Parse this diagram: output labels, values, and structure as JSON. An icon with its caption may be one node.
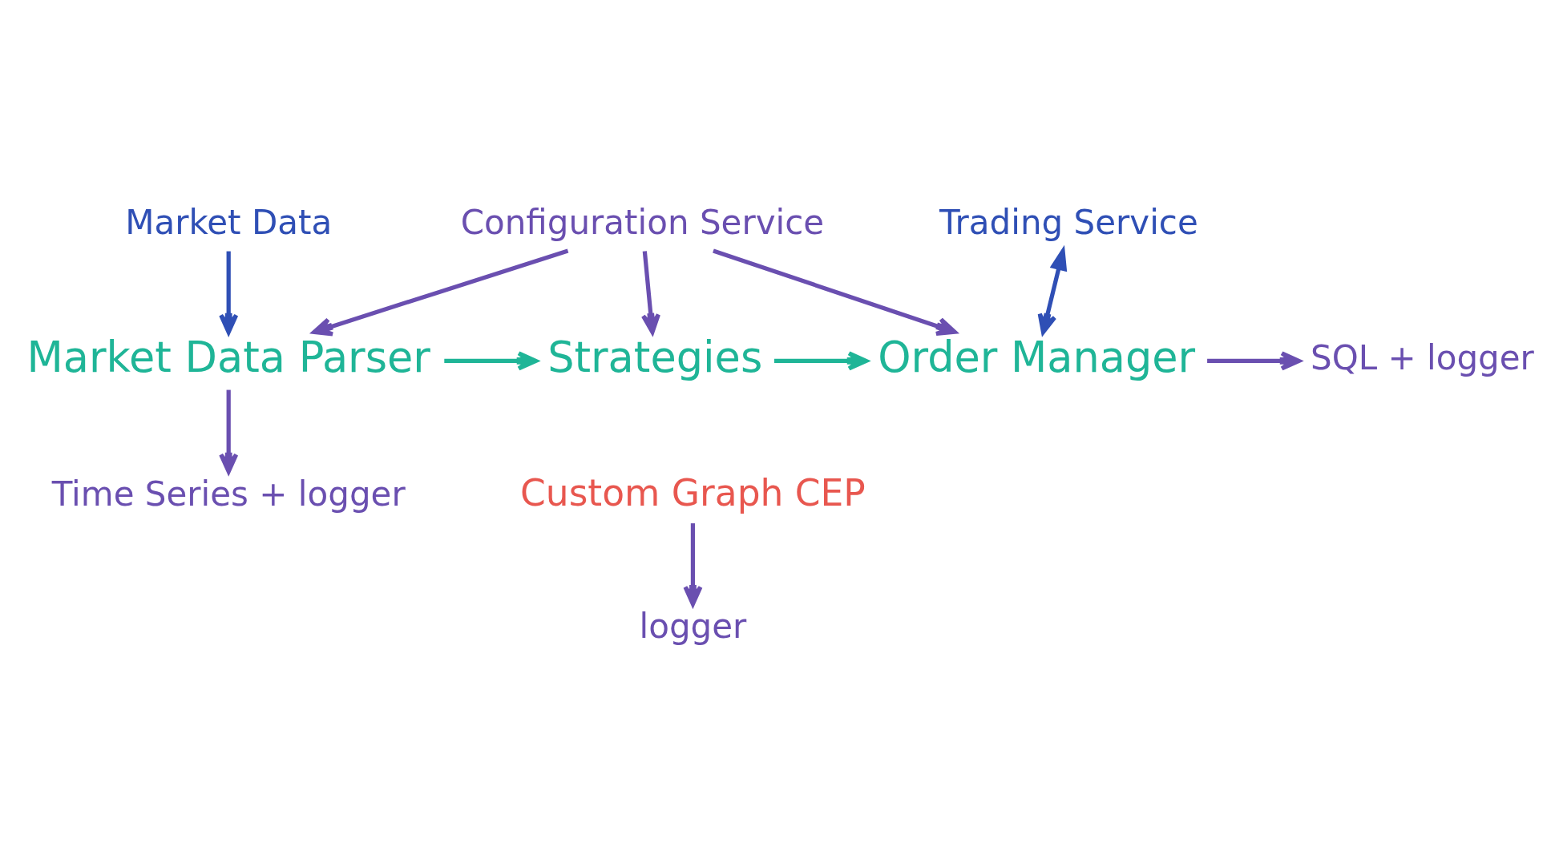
{
  "diagram": {
    "nodes": [
      {
        "text": [
          "Market Data"
        ]
      },
      {
        "text": [
          "Configuration Service"
        ]
      },
      {
        "text": [
          "Trading Service"
        ]
      },
      {
        "text": [
          "Market Data Parser"
        ]
      },
      {
        "text": [
          "Strategies"
        ]
      },
      {
        "text": [
          "Order Manager"
        ]
      },
      {
        "text": [
          "SQL + logger"
        ]
      },
      {
        "text": [
          "Time Series + logger"
        ]
      },
      {
        "text": [
          "Custom Graph CEP"
        ]
      },
      {
        "text": [
          "logger"
        ]
      }
    ],
    "edges": [
      {
        "from": 0,
        "to": 3,
        "arrow": "to",
        "color": "#2f4fb5"
      },
      {
        "from": 1,
        "to": 3,
        "arrow": "to"
      },
      {
        "from": 1,
        "to": 4,
        "arrow": "to"
      },
      {
        "from": 1,
        "to": 5,
        "arrow": "to"
      },
      {
        "from": 2,
        "to": 5,
        "arrow": "both",
        "color": "#2f4fb5"
      },
      {
        "from": 3,
        "to": 4,
        "arrow": "to",
        "color": "#1fb597"
      },
      {
        "from": 4,
        "to": 5,
        "arrow": "to",
        "color": "#1fb597"
      },
      {
        "from": 5,
        "to": 6,
        "arrow": "to"
      },
      {
        "from": 3,
        "to": 7,
        "arrow": "to"
      },
      {
        "from": 8,
        "to": 9,
        "arrow": "to"
      }
    ]
  }
}
